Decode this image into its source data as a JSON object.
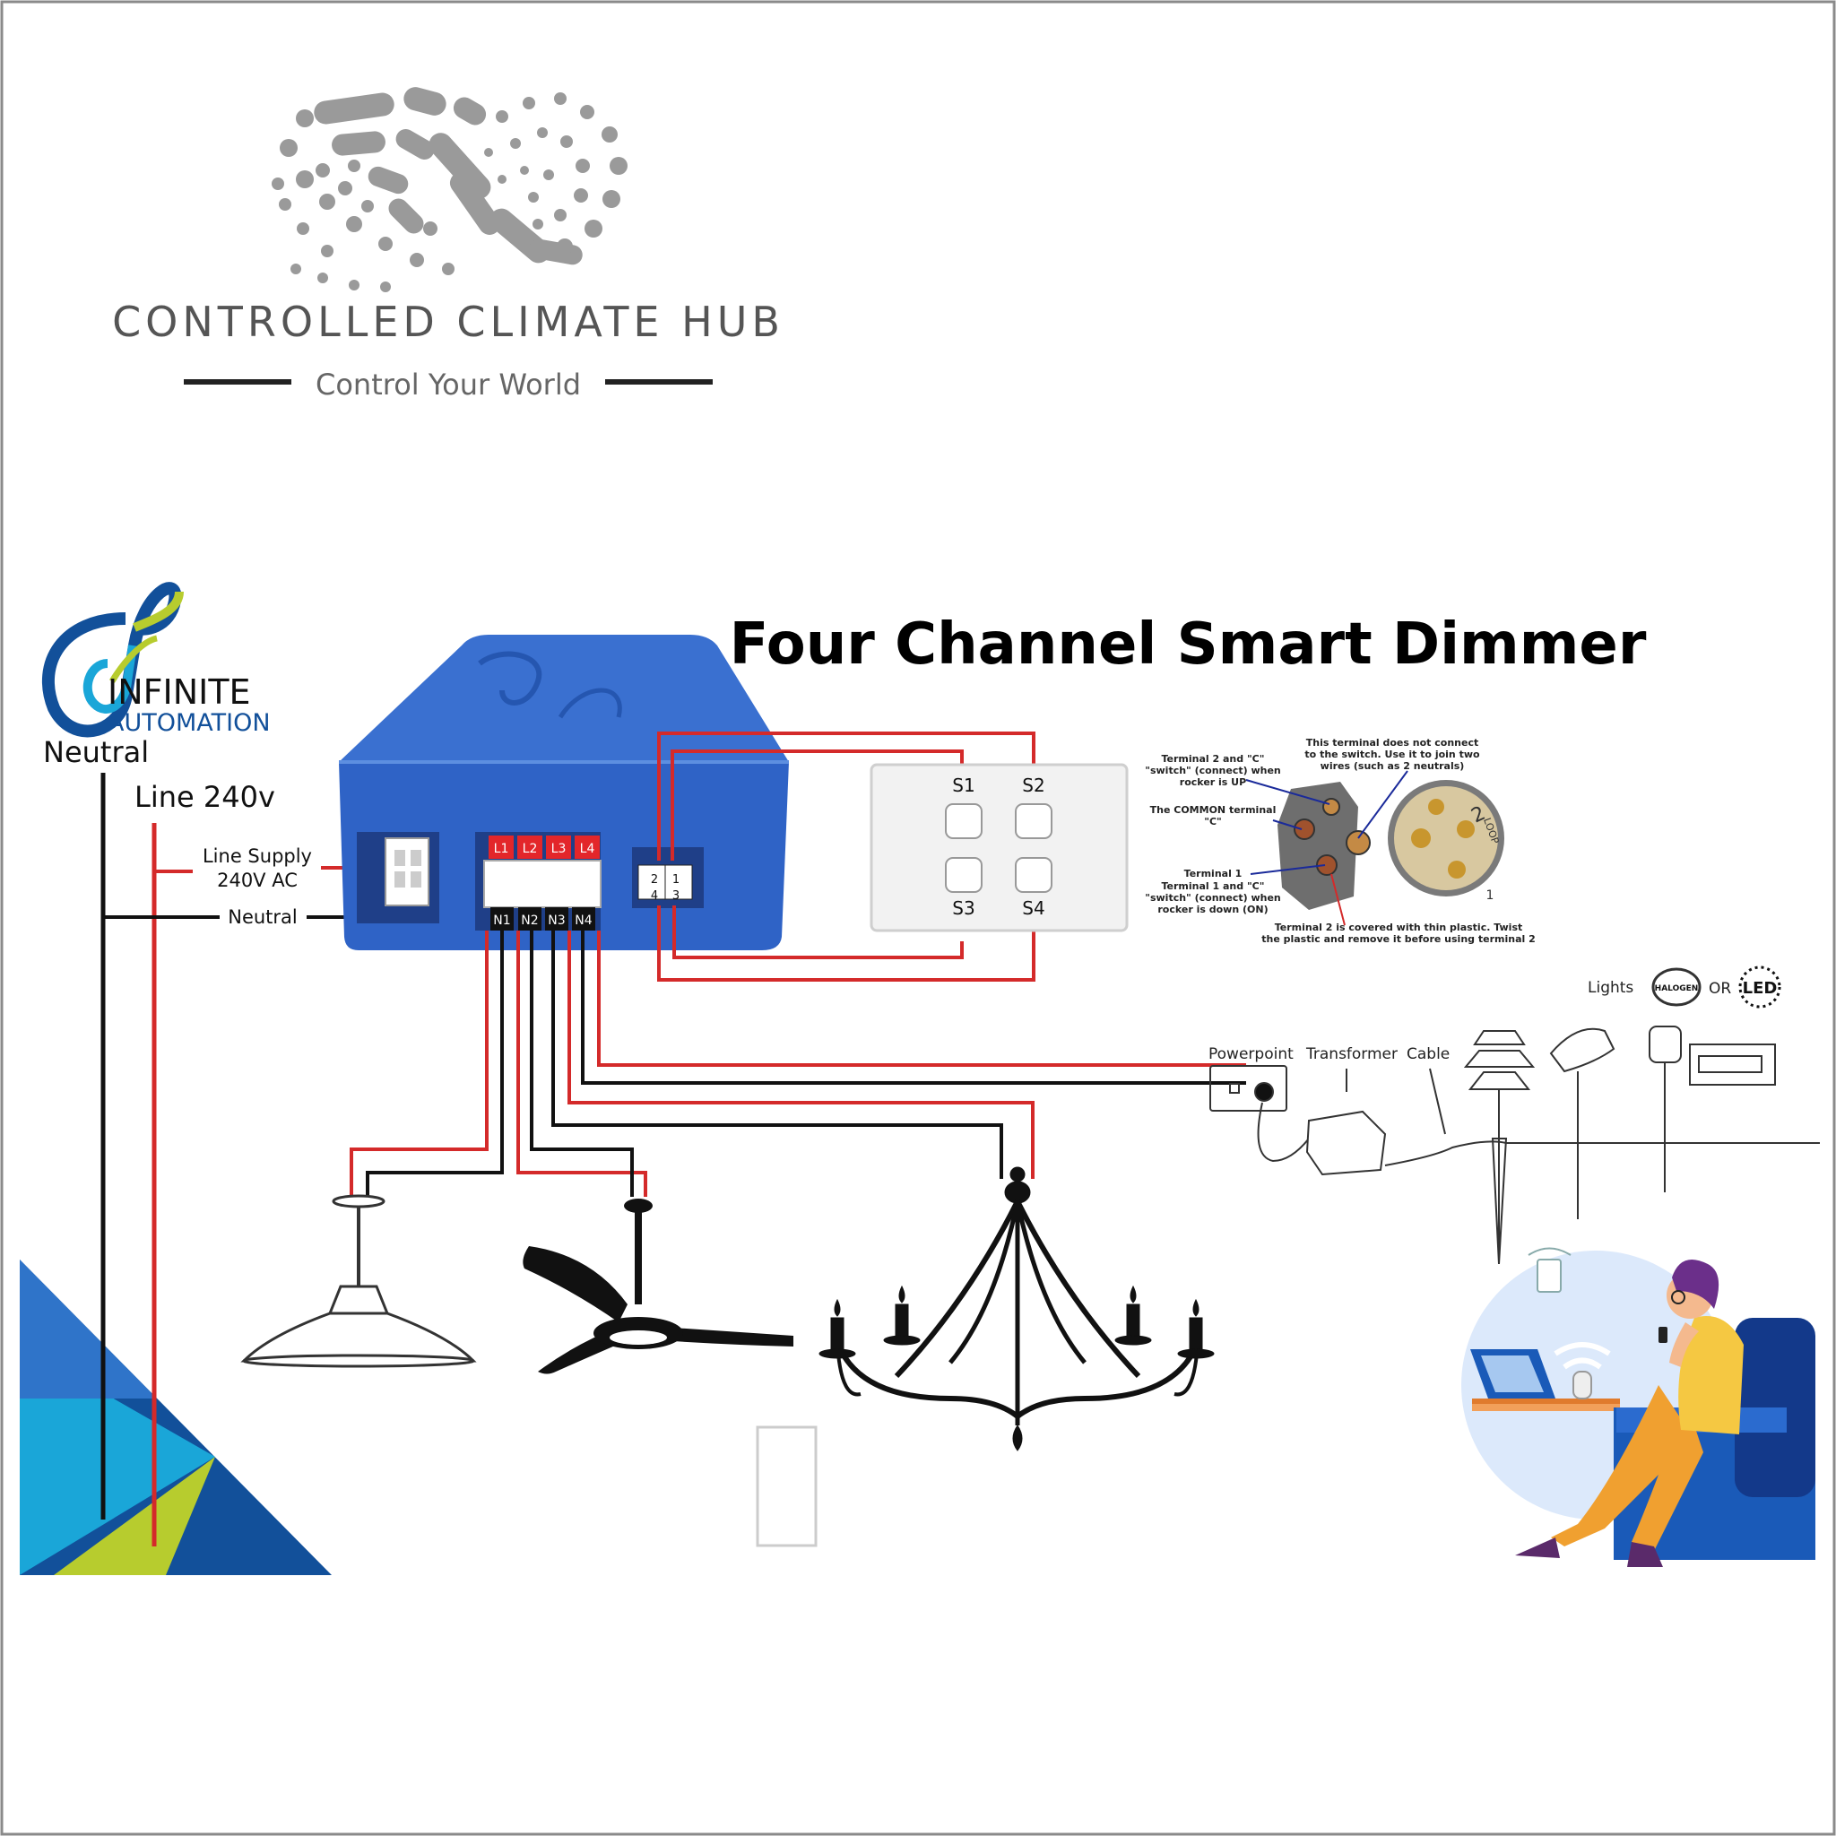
{
  "brand": {
    "name": "CONTROLLED CLIMATE HUB",
    "tagline": "Control Your World",
    "logo_icon": "dotted-swirl-logo"
  },
  "partner": {
    "name_line1": "INFINITE",
    "name_line2": "AUTOMATION",
    "logo_icon": "infinity-swirl-logo"
  },
  "title": "Four Channel Smart Dimmer",
  "supply": {
    "neutral_label": "Neutral",
    "line_label": "Line 240v",
    "line_supply_label_1": "Line Supply",
    "line_supply_label_2": "240V AC",
    "neutral_short_label": "Neutral"
  },
  "terminals": {
    "line": [
      "L1",
      "L2",
      "L3",
      "L4"
    ],
    "neutral": [
      "N1",
      "N2",
      "N3",
      "N4"
    ],
    "switch_port": [
      "2",
      "1",
      "4",
      "3"
    ]
  },
  "switch_plate": {
    "buttons": [
      "S1",
      "S2",
      "S3",
      "S4"
    ]
  },
  "switch_detail": {
    "note_top": [
      "This terminal does not connect",
      "to the switch.  Use it to join two",
      "wires (such as 2 neutrals)"
    ],
    "note_t2": [
      "Terminal 2 and \"C\"",
      "\"switch\" (connect) when",
      "rocker is UP"
    ],
    "note_common": [
      "The COMMON terminal",
      "\"C\""
    ],
    "note_t1": [
      "Terminal 1",
      "Terminal 1 and \"C\"",
      "\"switch\" (connect) when",
      "rocker is down (ON)"
    ],
    "note_bottom": [
      "Terminal 2 is covered with thin plastic. Twist",
      "the plastic and remove it before using terminal 2"
    ],
    "loop_label": "LOOP",
    "num_2": "2",
    "num_1": "1"
  },
  "garden_lights": {
    "powerpoint": "Powerpoint",
    "transformer": "Transformer",
    "cable": "Cable",
    "lights": "Lights",
    "halogen": "HALOGEN",
    "or": "OR",
    "led": "LED"
  },
  "colors": {
    "line_wire": "#d42a2a",
    "neutral_wire": "#111111",
    "dimmer_body": "#2f63c6",
    "terminal_red": "#e3262a",
    "brand_grey": "#555555",
    "partner_blue": "#12509a",
    "partner_lime": "#b7cc2e",
    "partner_cyan": "#1aa6d8"
  }
}
